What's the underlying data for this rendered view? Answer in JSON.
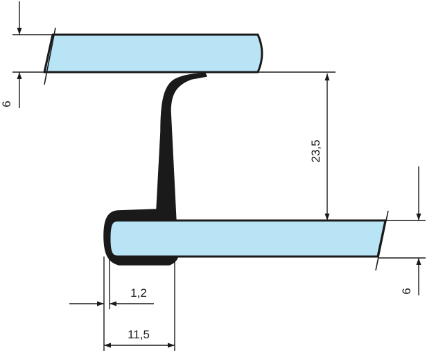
{
  "colors": {
    "glass_fill": "#b9e4f5",
    "profile_fill": "#1a1a1a",
    "line": "#1a1a1a",
    "background": "#ffffff"
  },
  "dimensions": {
    "top_glass_thickness": "6",
    "gap_height": "23,5",
    "bottom_glass_thickness": "6",
    "lip_thickness": "1,2",
    "profile_width": "11,5"
  }
}
